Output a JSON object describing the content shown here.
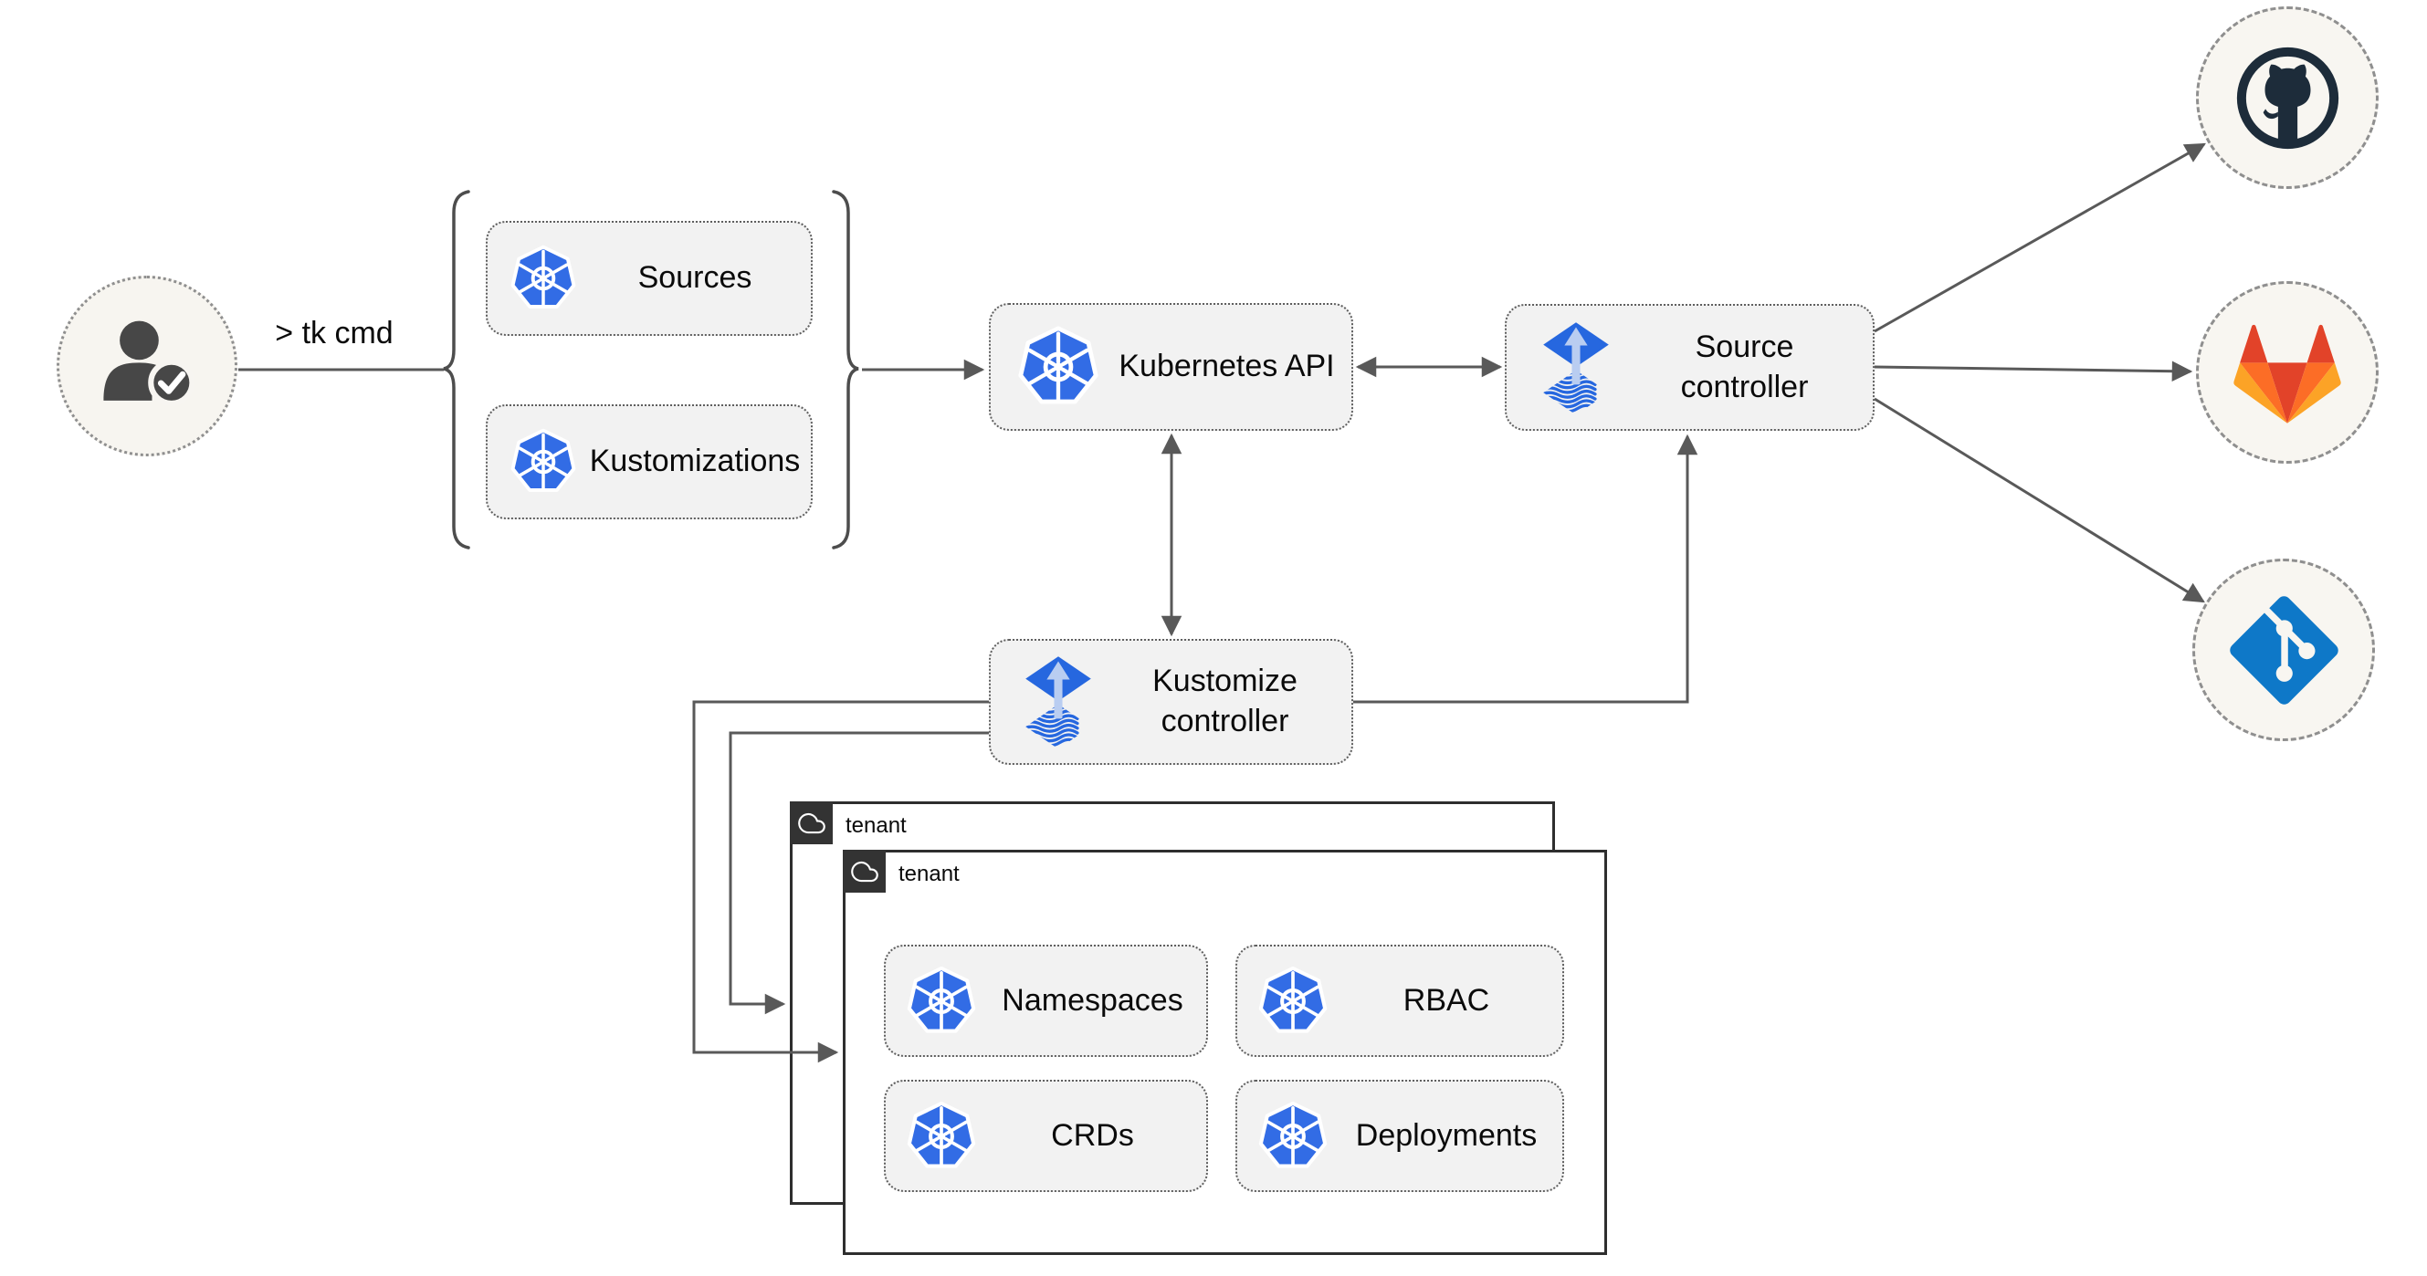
{
  "cmd_label": "> tk cmd",
  "nodes": {
    "sources": {
      "label": "Sources"
    },
    "kustomizations": {
      "label": "Kustomizations"
    },
    "kubernetes_api": {
      "label": "Kubernetes API"
    },
    "source_controller": {
      "label": "Source\ncontroller"
    },
    "kustomize_controller": {
      "label": "Kustomize\ncontroller"
    },
    "namespaces": {
      "label": "Namespaces"
    },
    "rbac": {
      "label": "RBAC"
    },
    "crds": {
      "label": "CRDs"
    },
    "deployments": {
      "label": "Deployments"
    }
  },
  "tenants": [
    {
      "label": "tenant"
    },
    {
      "label": "tenant"
    }
  ],
  "icons": {
    "user": "user-check-icon",
    "kubernetes": "kubernetes-icon",
    "flux": "flux-controller-icon",
    "cloud": "cloud-icon",
    "github": "github-icon",
    "gitlab": "gitlab-icon",
    "git": "git-icon"
  },
  "colors": {
    "kubernetes_blue": "#326ce5",
    "flux_blue": "#2667df",
    "flux_arrow_light": "#b9cdf1",
    "user_dark": "#474747",
    "github_dark": "#1d2c3a",
    "gitlab_red": "#e24329",
    "gitlab_orange": "#fc6d26",
    "gitlab_amber": "#fca326",
    "git_blue": "#0e78c8",
    "wire_gray": "#595959",
    "node_fill": "#f2f2f2",
    "icon_circle_fill": "#f8f6f1",
    "tenant_header": "#333333"
  }
}
